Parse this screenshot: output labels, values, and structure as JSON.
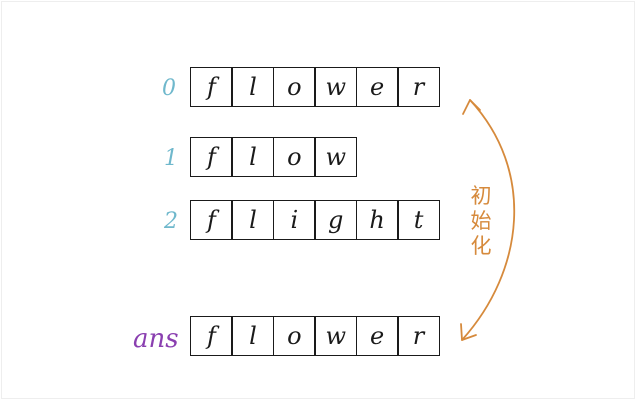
{
  "rows": [
    {
      "label": "0",
      "chars": [
        "f",
        "l",
        "o",
        "w",
        "e",
        "r"
      ]
    },
    {
      "label": "1",
      "chars": [
        "f",
        "l",
        "o",
        "w"
      ]
    },
    {
      "label": "2",
      "chars": [
        "f",
        "l",
        "i",
        "g",
        "h",
        "t"
      ]
    }
  ],
  "ans": {
    "label": "ans",
    "chars": [
      "f",
      "l",
      "o",
      "w",
      "e",
      "r"
    ]
  },
  "note": {
    "chars": [
      "初",
      "始",
      "化"
    ]
  },
  "colors": {
    "index": "#6fb8cc",
    "ans": "#8a3fb0",
    "arrow": "#d68a3c",
    "cell_border": "#1a1a1a"
  }
}
